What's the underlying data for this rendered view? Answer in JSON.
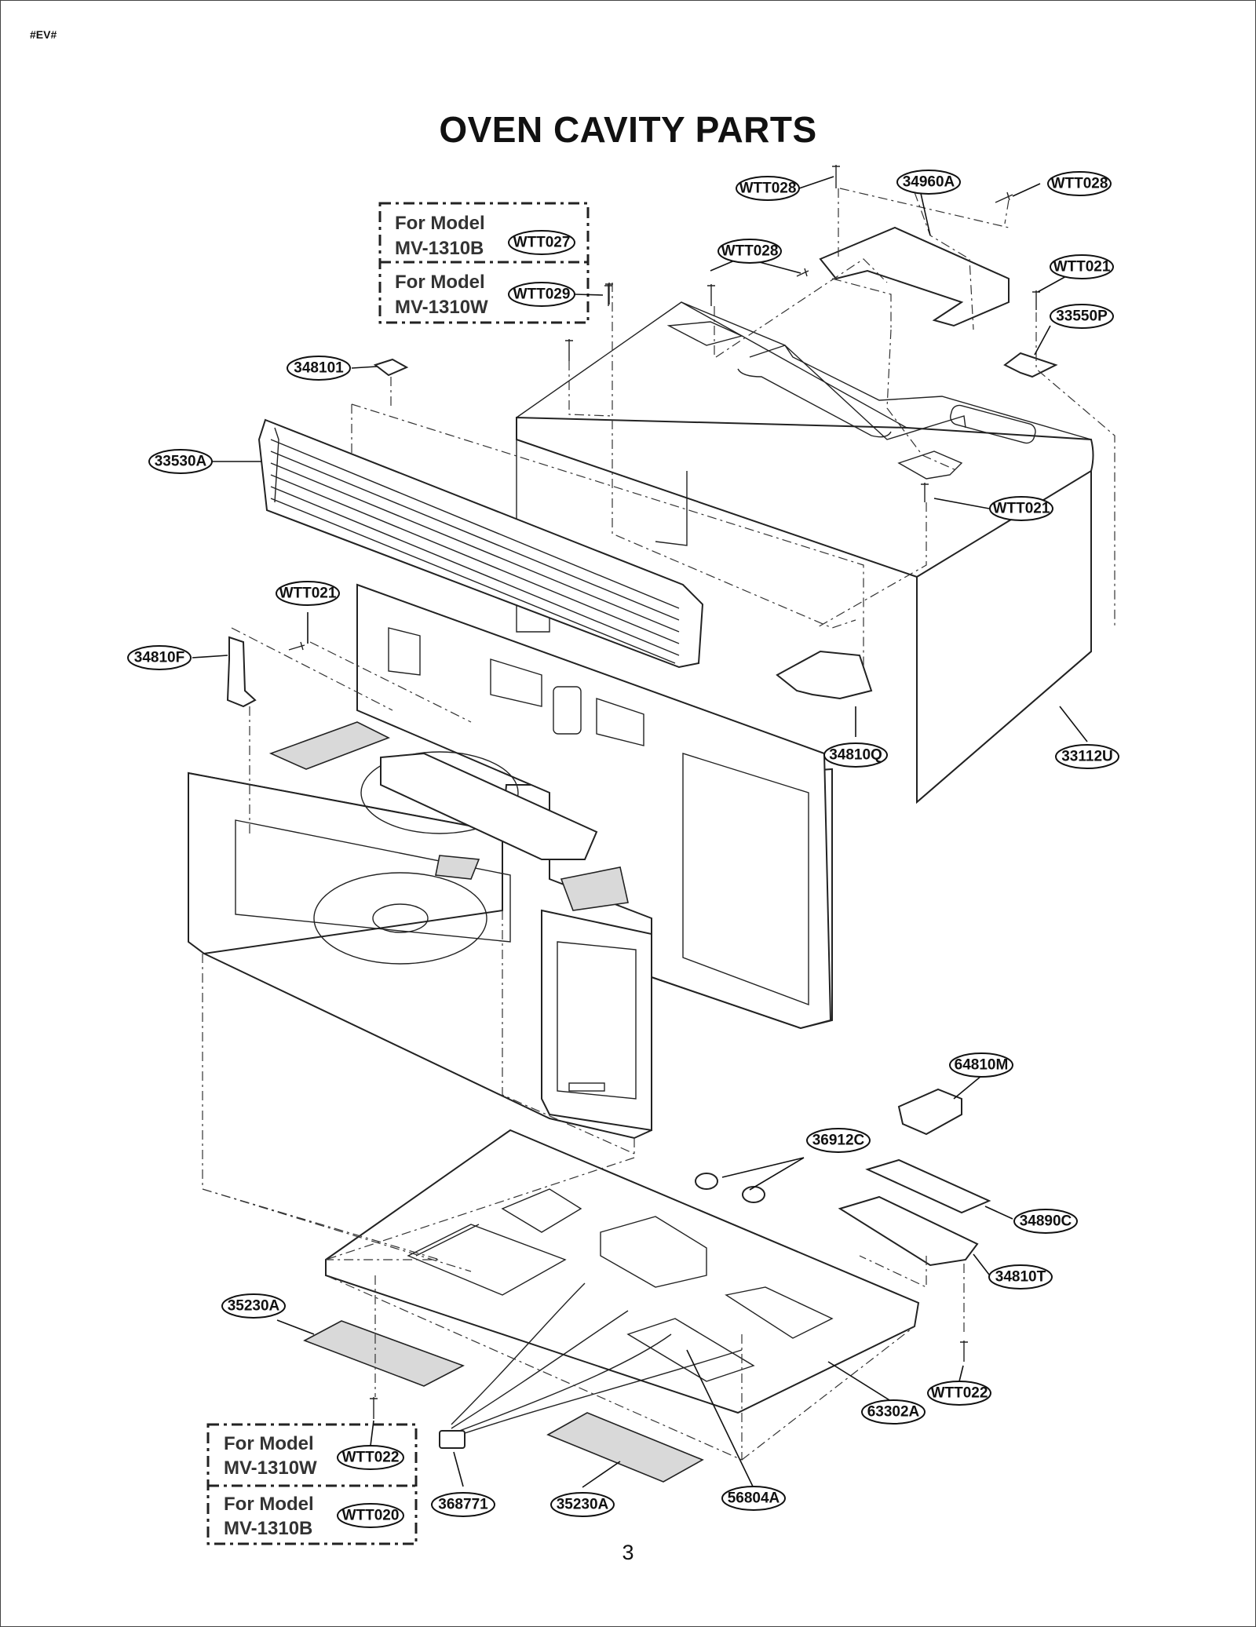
{
  "header": {
    "doc_code": "#EV#",
    "title": "OVEN CAVITY PARTS"
  },
  "footer": {
    "page_number": "3"
  },
  "model_boxes": [
    {
      "rows": [
        {
          "label": "For Model",
          "model": "MV-1310B",
          "part": "WTT027"
        },
        {
          "label": "For Model",
          "model": "MV-1310W",
          "part": "WTT029"
        }
      ]
    },
    {
      "rows": [
        {
          "label": "For Model",
          "model": "MV-1310W",
          "part": "WTT022"
        },
        {
          "label": "For Model",
          "model": "MV-1310B",
          "part": "WTT020"
        }
      ]
    }
  ],
  "callouts": [
    "WTT028",
    "34960A",
    "WTT028",
    "WTT028",
    "WTT021",
    "33550P",
    "348101",
    "33530A",
    "WTT021",
    "WTT021",
    "34810F",
    "34810Q",
    "33112U",
    "64810M",
    "36912C",
    "34890C",
    "34810T",
    "35230A",
    "63302A",
    "WTT022",
    "368771",
    "35230A",
    "56804A"
  ]
}
